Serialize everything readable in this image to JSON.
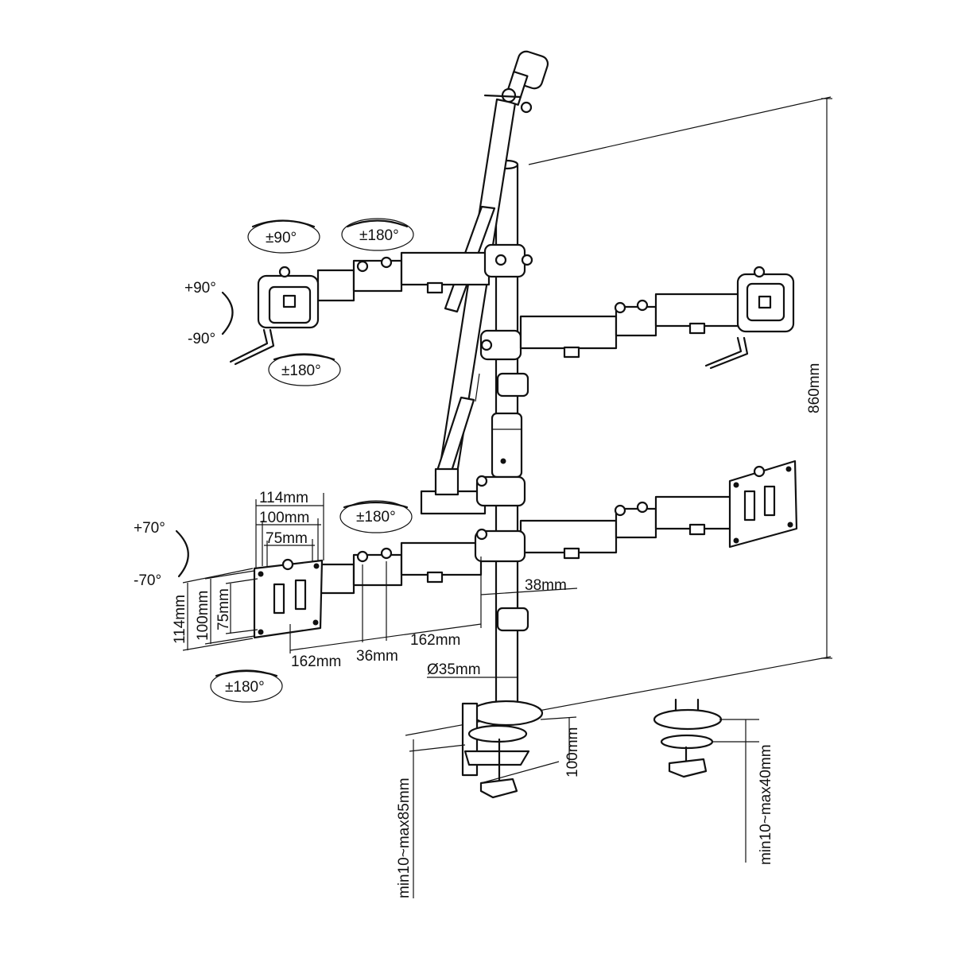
{
  "rotation_labels": {
    "swivel_top": "±90°",
    "arm_top": "±180°",
    "tilt_up": "+90°",
    "tilt_down": "-90°",
    "rotate_top": "±180°",
    "arm_bottom": "±180°",
    "tilt_up_bottom": "+70°",
    "tilt_down_bottom": "-70°",
    "rotate_bottom": "±180°"
  },
  "dimensions": {
    "height": "860mm",
    "vesa_114": "114mm",
    "vesa_100": "100mm",
    "vesa_75": "75mm",
    "vesa_114_v": "114mm",
    "vesa_100_v": "100mm",
    "vesa_75_v": "75mm",
    "pole_offset": "38mm",
    "arm_a": "162mm",
    "arm_joint": "36mm",
    "arm_b": "162mm",
    "pole_diameter": "Ø35mm",
    "clamp_height": "100mm",
    "clamp_range": "min10~max85mm",
    "grommet_range": "min10~max40mm"
  }
}
